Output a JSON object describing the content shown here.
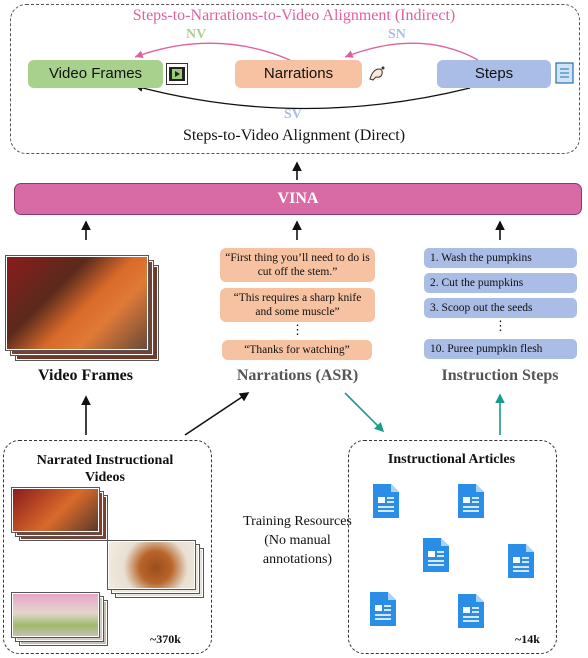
{
  "top": {
    "indirect_title": "Steps-to-Narrations-to-Video Alignment (Indirect)",
    "direct_title": "Steps-to-Video Alignment (Direct)",
    "nv_label": "NV",
    "sn_label": "SN",
    "sv_label": "SV",
    "video_frames": "Video Frames",
    "narrations": "Narrations",
    "steps": "Steps"
  },
  "model": {
    "name": "VINA"
  },
  "narration_quotes": [
    "“First thing you’ll need to do is cut off the stem.”",
    "“This requires a sharp knife and some muscle”",
    "⋮",
    "“Thanks for watching”"
  ],
  "steps": [
    "1. Wash the pumpkins",
    "2. Cut the pumpkins",
    "3. Scoop out the seeds",
    "⋮",
    "10. Puree pumpkin flesh"
  ],
  "column_titles": {
    "video": "Video Frames",
    "narrations": "Narrations (ASR)",
    "steps": "Instruction Steps"
  },
  "resources": {
    "videos_title": "Narrated Instructional Videos",
    "videos_count": "~370k",
    "articles_title": "Instructional Articles",
    "articles_count": "~14k",
    "training_note": "Training Resources (No manual annotations)"
  },
  "colors": {
    "vina": "#d86aa6",
    "video_green": "#a9d18e",
    "narration_orange": "#f7c2a1",
    "steps_blue": "#a9bde6",
    "indirect_pink": "#e0609f",
    "teal_arrow": "#1a9c8c"
  }
}
